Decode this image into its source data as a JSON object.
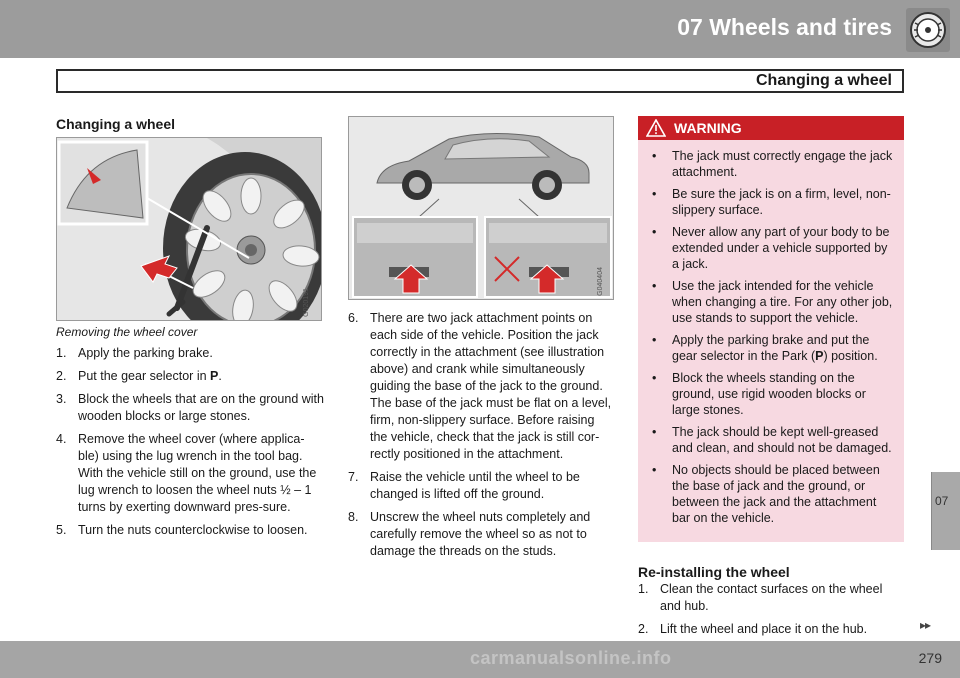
{
  "header": {
    "chapter_title": "07  Wheels and tires",
    "section_title": "Changing a wheel",
    "side_tab": "07"
  },
  "left_column": {
    "heading": "Changing a wheel",
    "figure_code": "G020191",
    "caption": "Removing the wheel cover",
    "steps": [
      {
        "num": "1.",
        "text": "Apply the parking brake."
      },
      {
        "num": "2.",
        "pre": "Put the gear selector in ",
        "bold": "P",
        "post": "."
      },
      {
        "num": "3.",
        "text": "Block the wheels that are on the ground with wooden blocks or large stones."
      },
      {
        "num": "4.",
        "text": "Remove the wheel cover (where applica-ble) using the lug wrench in the tool bag. With the vehicle still on the ground, use the lug wrench to loosen the wheel nuts ½ – 1 turns by exerting downward pres-sure."
      },
      {
        "num": "5.",
        "text": "Turn the nuts counterclockwise to loosen."
      }
    ]
  },
  "middle_column": {
    "figure_code": "G040404",
    "steps": [
      {
        "num": "6.",
        "text": "There are two jack attachment points on each side of the vehicle. Position the jack correctly in the attachment (see illustration above) and crank while simultaneously guiding the base of the jack to the ground. The base of the jack must be flat on a level, firm, non-slippery surface. Before raising the vehicle, check that the jack is still cor-rectly positioned in the attachment."
      },
      {
        "num": "7.",
        "text": "Raise the vehicle until the wheel to be changed is lifted off the ground."
      },
      {
        "num": "8.",
        "text": "Unscrew the wheel nuts completely and carefully remove the wheel so as not to damage the threads on the studs."
      }
    ]
  },
  "right_column": {
    "warning_label": "WARNING",
    "warnings": [
      {
        "text": "The jack must correctly engage the jack attachment."
      },
      {
        "text": "Be sure the jack is on a firm, level, non-slippery surface."
      },
      {
        "text": "Never allow any part of your body to be extended under a vehicle supported by a jack."
      },
      {
        "text": "Use the jack intended for the vehicle when changing a tire. For any other job, use stands to support the vehicle."
      },
      {
        "pre": "Apply the parking brake and put the gear selector in the Park (",
        "bold": "P",
        "post": ") position."
      },
      {
        "text": "Block the wheels standing on the ground, use rigid wooden blocks or large stones."
      },
      {
        "text": "The jack should be kept well-greased and clean, and should not be damaged."
      },
      {
        "text": "No objects should be placed between the base of jack and the ground, or between the jack and the attachment bar on the vehicle."
      }
    ],
    "subheading": "Re-installing the wheel",
    "steps": [
      {
        "num": "1.",
        "text": "Clean the contact surfaces on the wheel and hub."
      },
      {
        "num": "2.",
        "text": "Lift the wheel and place it on the hub."
      }
    ]
  },
  "footer": {
    "next_arrows": "▸▸",
    "page_number": "279",
    "watermark": "carmanualsonline.info"
  },
  "colors": {
    "header_gray": "#9c9c9c",
    "warning_red": "#c82026",
    "warning_pink": "#f7d9e1",
    "arrow_red": "#d42a2a"
  },
  "icons": {
    "chapter": "tire-icon",
    "warning": "warning-triangle-icon"
  }
}
